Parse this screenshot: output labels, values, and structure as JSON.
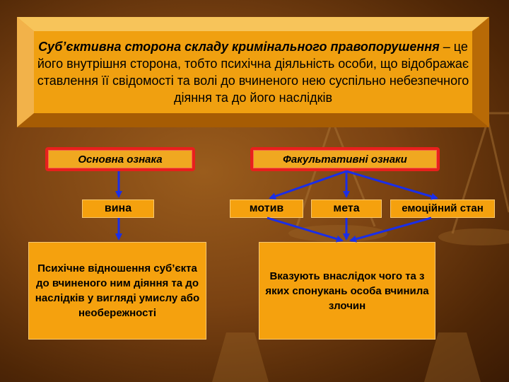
{
  "title": {
    "term": "Суб’єктивна сторона складу кримінального правопорушення",
    "definition": " – це його внутрішня сторона, тобто психічна діяльність особи, що відображає ставлення її свідомості та волі до вчиненого нею суспільно небезпечного діяння та до його наслідків"
  },
  "headers": {
    "main": "Основна ознака",
    "optional": "Факультативні ознаки"
  },
  "labels": {
    "guilt": "вина",
    "motive": "мотив",
    "goal": "мета",
    "emotional_state": "емоційний стан"
  },
  "descriptions": {
    "guilt": "Психічне відношення суб’єкта до вчиненого ним діяння та до наслідків у вигляді умислу або необережності",
    "optional": "Вказують внаслідок чого та з яких спонукань особа вчинила злочин"
  },
  "colors": {
    "box": "#f5a10e",
    "header_border": "#e8201c",
    "arrow": "#1a2ee8"
  }
}
